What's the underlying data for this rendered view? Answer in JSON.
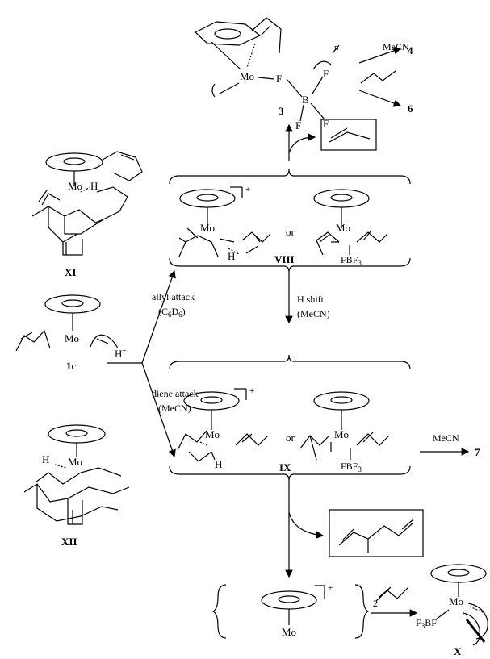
{
  "labels": {
    "mo": "Mo",
    "f": "F",
    "b": "B",
    "h": "H",
    "n": "n",
    "plus": "+",
    "or": "or",
    "fbf3": "FBF",
    "f3bf": "F",
    "three": "3",
    "mecn": "MeCN",
    "hplus": "H",
    "allyl_attack": "allyl attack",
    "c6d6": "(C",
    "diene_attack": "diene attack",
    "mecn_paren": "(MeCN)",
    "h_shift": "H shift",
    "two": "2",
    "product_4": "4",
    "product_6": "6",
    "product_7": "7",
    "cpd_3": "3",
    "cpd_1c": "1c",
    "cpd_VIII": "VIII",
    "cpd_IX": "IX",
    "cpd_X": "X",
    "cpd_XI": "XI",
    "cpd_XII": "XII"
  }
}
